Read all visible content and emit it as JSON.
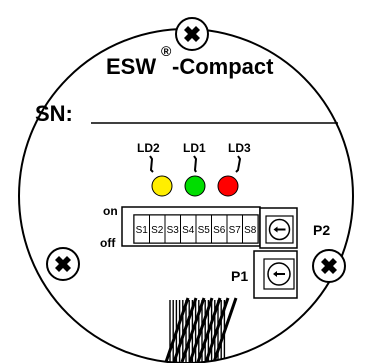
{
  "title": {
    "brand": "ESW",
    "registered": "®",
    "suffix": "-Compact"
  },
  "serial": {
    "label": "SN:",
    "value": ""
  },
  "leds": [
    {
      "label": "LD2",
      "color": "#ffee00"
    },
    {
      "label": "LD1",
      "color": "#00dd00"
    },
    {
      "label": "LD3",
      "color": "#ff0000"
    }
  ],
  "dip_switch": {
    "on_label": "on",
    "off_label": "off",
    "switches": [
      "S1",
      "S2",
      "S3",
      "S4",
      "S5",
      "S6",
      "S7",
      "S8"
    ]
  },
  "potentiometers": [
    {
      "label": "P2"
    },
    {
      "label": "P1"
    }
  ],
  "icons": {
    "screw": "x-in-circle screw head",
    "pot": "slot screwdriver adjuster",
    "cable": "hatched cable gland"
  }
}
